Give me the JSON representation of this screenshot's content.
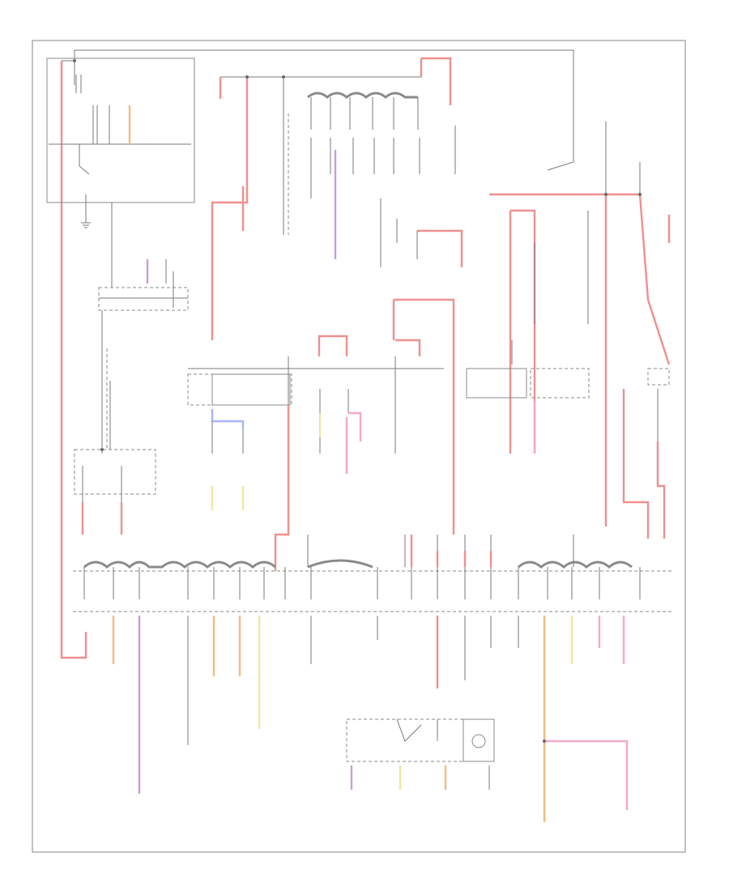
{
  "diagram": {
    "page_id": "",
    "wire_colors": {
      "red": "#f08f8f",
      "pink": "#f5a9c2",
      "violet": "#c89be0",
      "blue": "#a9b4ff",
      "orange": "#f6b97f",
      "yellow": "#efe6a4",
      "line": "#7a7a7a"
    },
    "icons": [
      "fuse-symbol",
      "ground-symbol",
      "relay-switch-symbol",
      "splice-dot",
      "lamp-symbol"
    ]
  }
}
